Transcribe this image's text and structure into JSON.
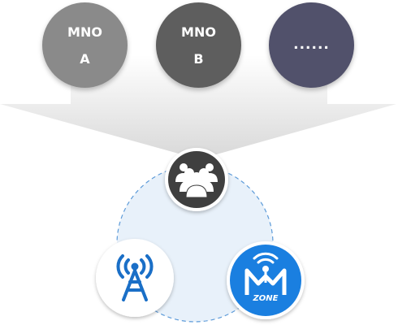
{
  "operators": [
    {
      "line1": "MNO",
      "line2": "A",
      "color": "#8a8a8a"
    },
    {
      "line1": "MNO",
      "line2": "B",
      "color": "#5e5e5e"
    },
    {
      "line1": "......",
      "line2": "",
      "color": "#51516b"
    }
  ],
  "colors": {
    "arrow": "#dcdcdc",
    "zone_fill": "#e8f1fa",
    "zone_border": "#5d9bd9",
    "users_circle": "#3f3f3f",
    "tower_blue": "#1a6fc7",
    "mzone_blue": "#1a7fe0"
  },
  "icons": [
    "users-group-icon",
    "cell-tower-icon",
    "mzone-logo-icon"
  ],
  "logo_text": "ZONE"
}
